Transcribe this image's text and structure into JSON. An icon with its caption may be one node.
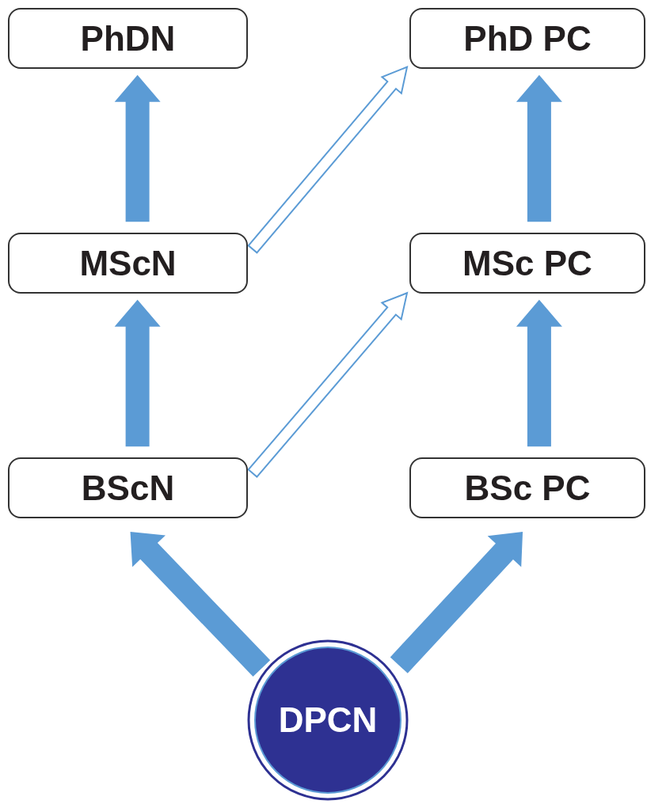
{
  "diagram": {
    "nodes": [
      {
        "text": [
          "PhDN"
        ]
      },
      {
        "text": [
          "PhD PC"
        ]
      },
      {
        "text": [
          "MScN"
        ]
      },
      {
        "text": [
          "MSc PC"
        ]
      },
      {
        "text": [
          "BScN"
        ]
      },
      {
        "text": [
          "BSc PC"
        ]
      },
      {
        "text": [
          "DPCN"
        ]
      }
    ],
    "edges": [
      {
        "from": 2,
        "to": 0,
        "arrow": "to",
        "style": "thick"
      },
      {
        "from": 2,
        "to": 1,
        "arrow": "to"
      },
      {
        "from": 3,
        "to": 1,
        "arrow": "to",
        "style": "thick"
      },
      {
        "from": 4,
        "to": 2,
        "arrow": "to",
        "style": "thick"
      },
      {
        "from": 4,
        "to": 3,
        "arrow": "to"
      },
      {
        "from": 5,
        "to": 3,
        "arrow": "to",
        "style": "thick"
      },
      {
        "from": 6,
        "to": 4,
        "arrow": "to",
        "style": "thick"
      },
      {
        "from": 6,
        "to": 5,
        "arrow": "to",
        "style": "thick"
      }
    ]
  }
}
